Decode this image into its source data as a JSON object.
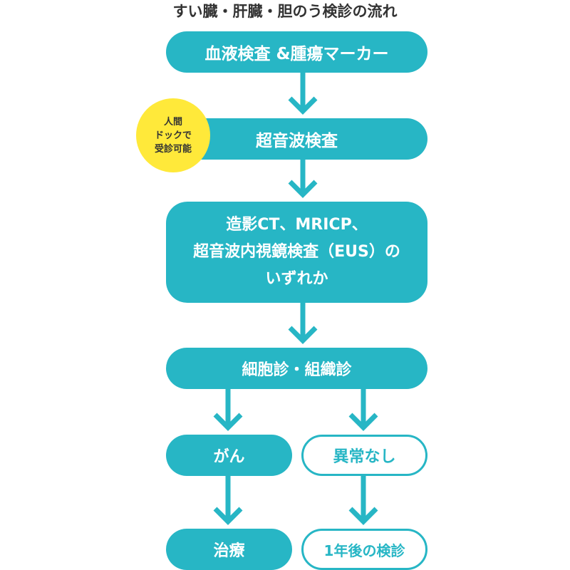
{
  "title": "すい臓・肝臓・胆のう検診の流れ",
  "colors": {
    "teal": "#27b6c5",
    "yellow": "#ffe93a",
    "text_dark": "#333333",
    "white": "#ffffff"
  },
  "steps": {
    "blood_test": "血液検査 &腫瘍マーカー",
    "ultrasound": "超音波検査",
    "imaging": {
      "line1": "造影CT、MRICP、",
      "line2": "超音波内視鏡検査（EUS）の",
      "line3": "いずれか"
    },
    "biopsy": "細胞診・組織診",
    "cancer": "がん",
    "no_abnormality": "異常なし",
    "treatment": "治療",
    "recheck": "1年後の検診"
  },
  "badge": {
    "line1": "人間",
    "line2": "ドックで",
    "line3": "受診可能"
  }
}
